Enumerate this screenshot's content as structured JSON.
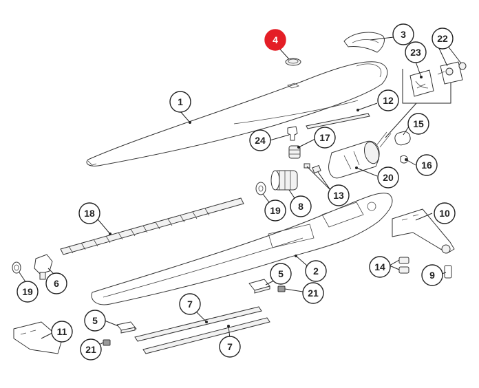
{
  "callouts": {
    "c1": "1",
    "c2": "2",
    "c3": "3",
    "c4": "4",
    "c5a": "5",
    "c5b": "5",
    "c6": "6",
    "c7a": "7",
    "c7b": "7",
    "c8": "8",
    "c9": "9",
    "c10": "10",
    "c11": "11",
    "c12": "12",
    "c13": "13",
    "c14": "14",
    "c15": "15",
    "c16": "16",
    "c17": "17",
    "c18": "18",
    "c19a": "19",
    "c19b": "19",
    "c20": "20",
    "c21a": "21",
    "c21b": "21",
    "c22": "22",
    "c23": "23",
    "c24": "24"
  },
  "highlight": {
    "part": "4",
    "color": "#e41e26"
  }
}
